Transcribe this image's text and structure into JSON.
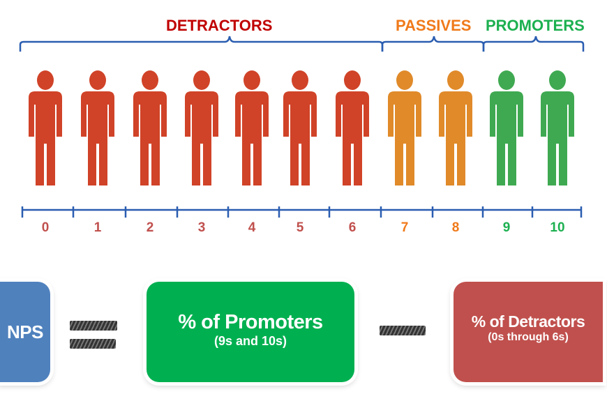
{
  "groups": [
    {
      "label": "DETRACTORS",
      "color": "#c00000"
    },
    {
      "label": "PASSIVES",
      "color": "#f07a1a"
    },
    {
      "label": "PROMOTERS",
      "color": "#1cb050"
    }
  ],
  "scale": [
    {
      "n": "0",
      "group": "detractor"
    },
    {
      "n": "1",
      "group": "detractor"
    },
    {
      "n": "2",
      "group": "detractor"
    },
    {
      "n": "3",
      "group": "detractor"
    },
    {
      "n": "4",
      "group": "detractor"
    },
    {
      "n": "5",
      "group": "detractor"
    },
    {
      "n": "6",
      "group": "detractor"
    },
    {
      "n": "7",
      "group": "passive"
    },
    {
      "n": "8",
      "group": "passive"
    },
    {
      "n": "9",
      "group": "promoter"
    },
    {
      "n": "10",
      "group": "promoter"
    }
  ],
  "colors": {
    "detractor": "#d04328",
    "passive": "#e08a2a",
    "promoter": "#3fa951",
    "detractor_num": "#c0504d",
    "passive_num": "#f07a1a",
    "promoter_num": "#1cb050",
    "brace": "#2a5db0",
    "nps_box": "#4f81bd",
    "promoter_box": "#00b050",
    "detractor_box": "#c0504d"
  },
  "formula": {
    "nps": "NPS",
    "promoters_title": "% of Promoters",
    "promoters_sub": "(9s and 10s)",
    "detractors_title": "% of Detractors",
    "detractors_sub": "(0s through 6s)"
  }
}
